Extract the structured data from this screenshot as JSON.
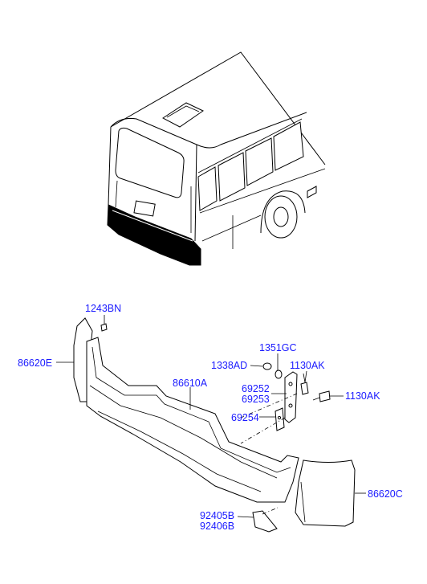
{
  "diagram": {
    "labels": {
      "p1243BN": "1243BN",
      "p86620E": "86620E",
      "p86610A": "86610A",
      "p1351GC": "1351GC",
      "p1338AD": "1338AD",
      "p1130AK_top": "1130AK",
      "p69252": "69252",
      "p69253": "69253",
      "p1130AK_side": "1130AK",
      "p69254": "69254",
      "p86620C": "86620C",
      "p92405B": "92405B",
      "p92406B": "92406B"
    },
    "colors": {
      "label": "#1a1aff",
      "line": "#000000",
      "background": "#ffffff"
    }
  }
}
